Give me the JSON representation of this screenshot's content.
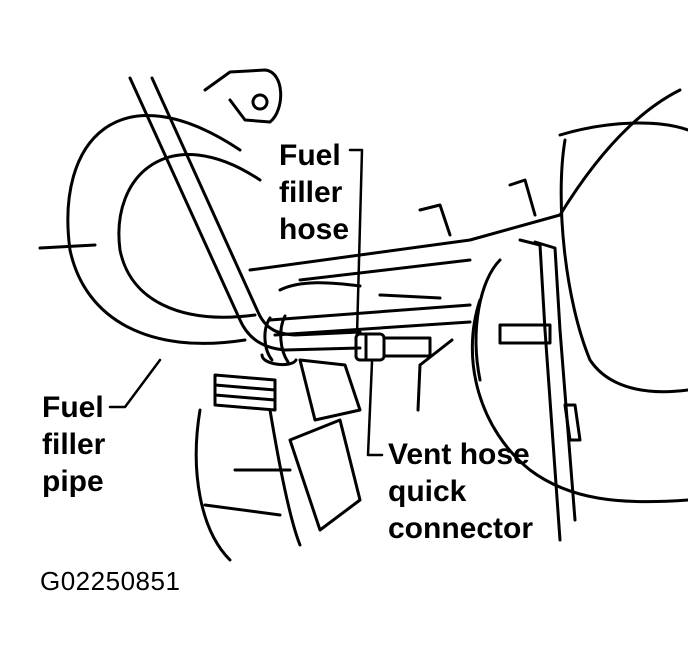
{
  "colors": {
    "ink": "#000000",
    "paper": "#ffffff"
  },
  "labels": {
    "fuel_filler_hose": [
      "Fuel",
      "filler",
      "hose"
    ],
    "fuel_filler_pipe": [
      "Fuel",
      "filler",
      "pipe"
    ],
    "vent_hose_quick_connector": [
      "Vent hose",
      "quick",
      "connector"
    ]
  },
  "figure_id": "G02250851"
}
